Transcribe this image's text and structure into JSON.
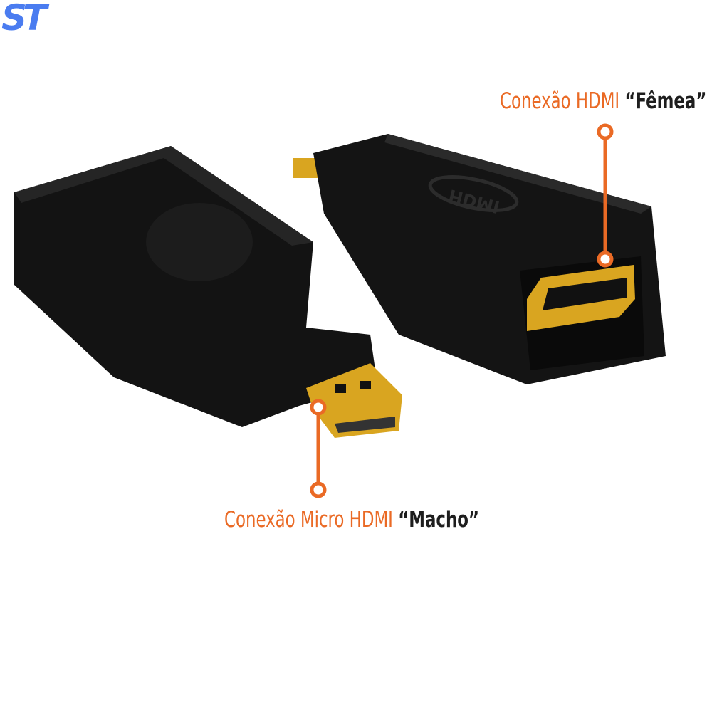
{
  "logo": {
    "text": "ST",
    "color": "#4a7cf0"
  },
  "callouts": {
    "female": {
      "prefix": "Conexão HDMI ",
      "highlight": "“Fêmea”"
    },
    "male": {
      "prefix": "Conexão Micro HDMI ",
      "highlight": "“Macho”"
    }
  },
  "product": {
    "embossed_text": "HDMI"
  },
  "colors": {
    "accent": "#ea6a25",
    "text_dark": "#1e1e1e",
    "connector_gold": "#d9a520",
    "body": "#111111"
  }
}
